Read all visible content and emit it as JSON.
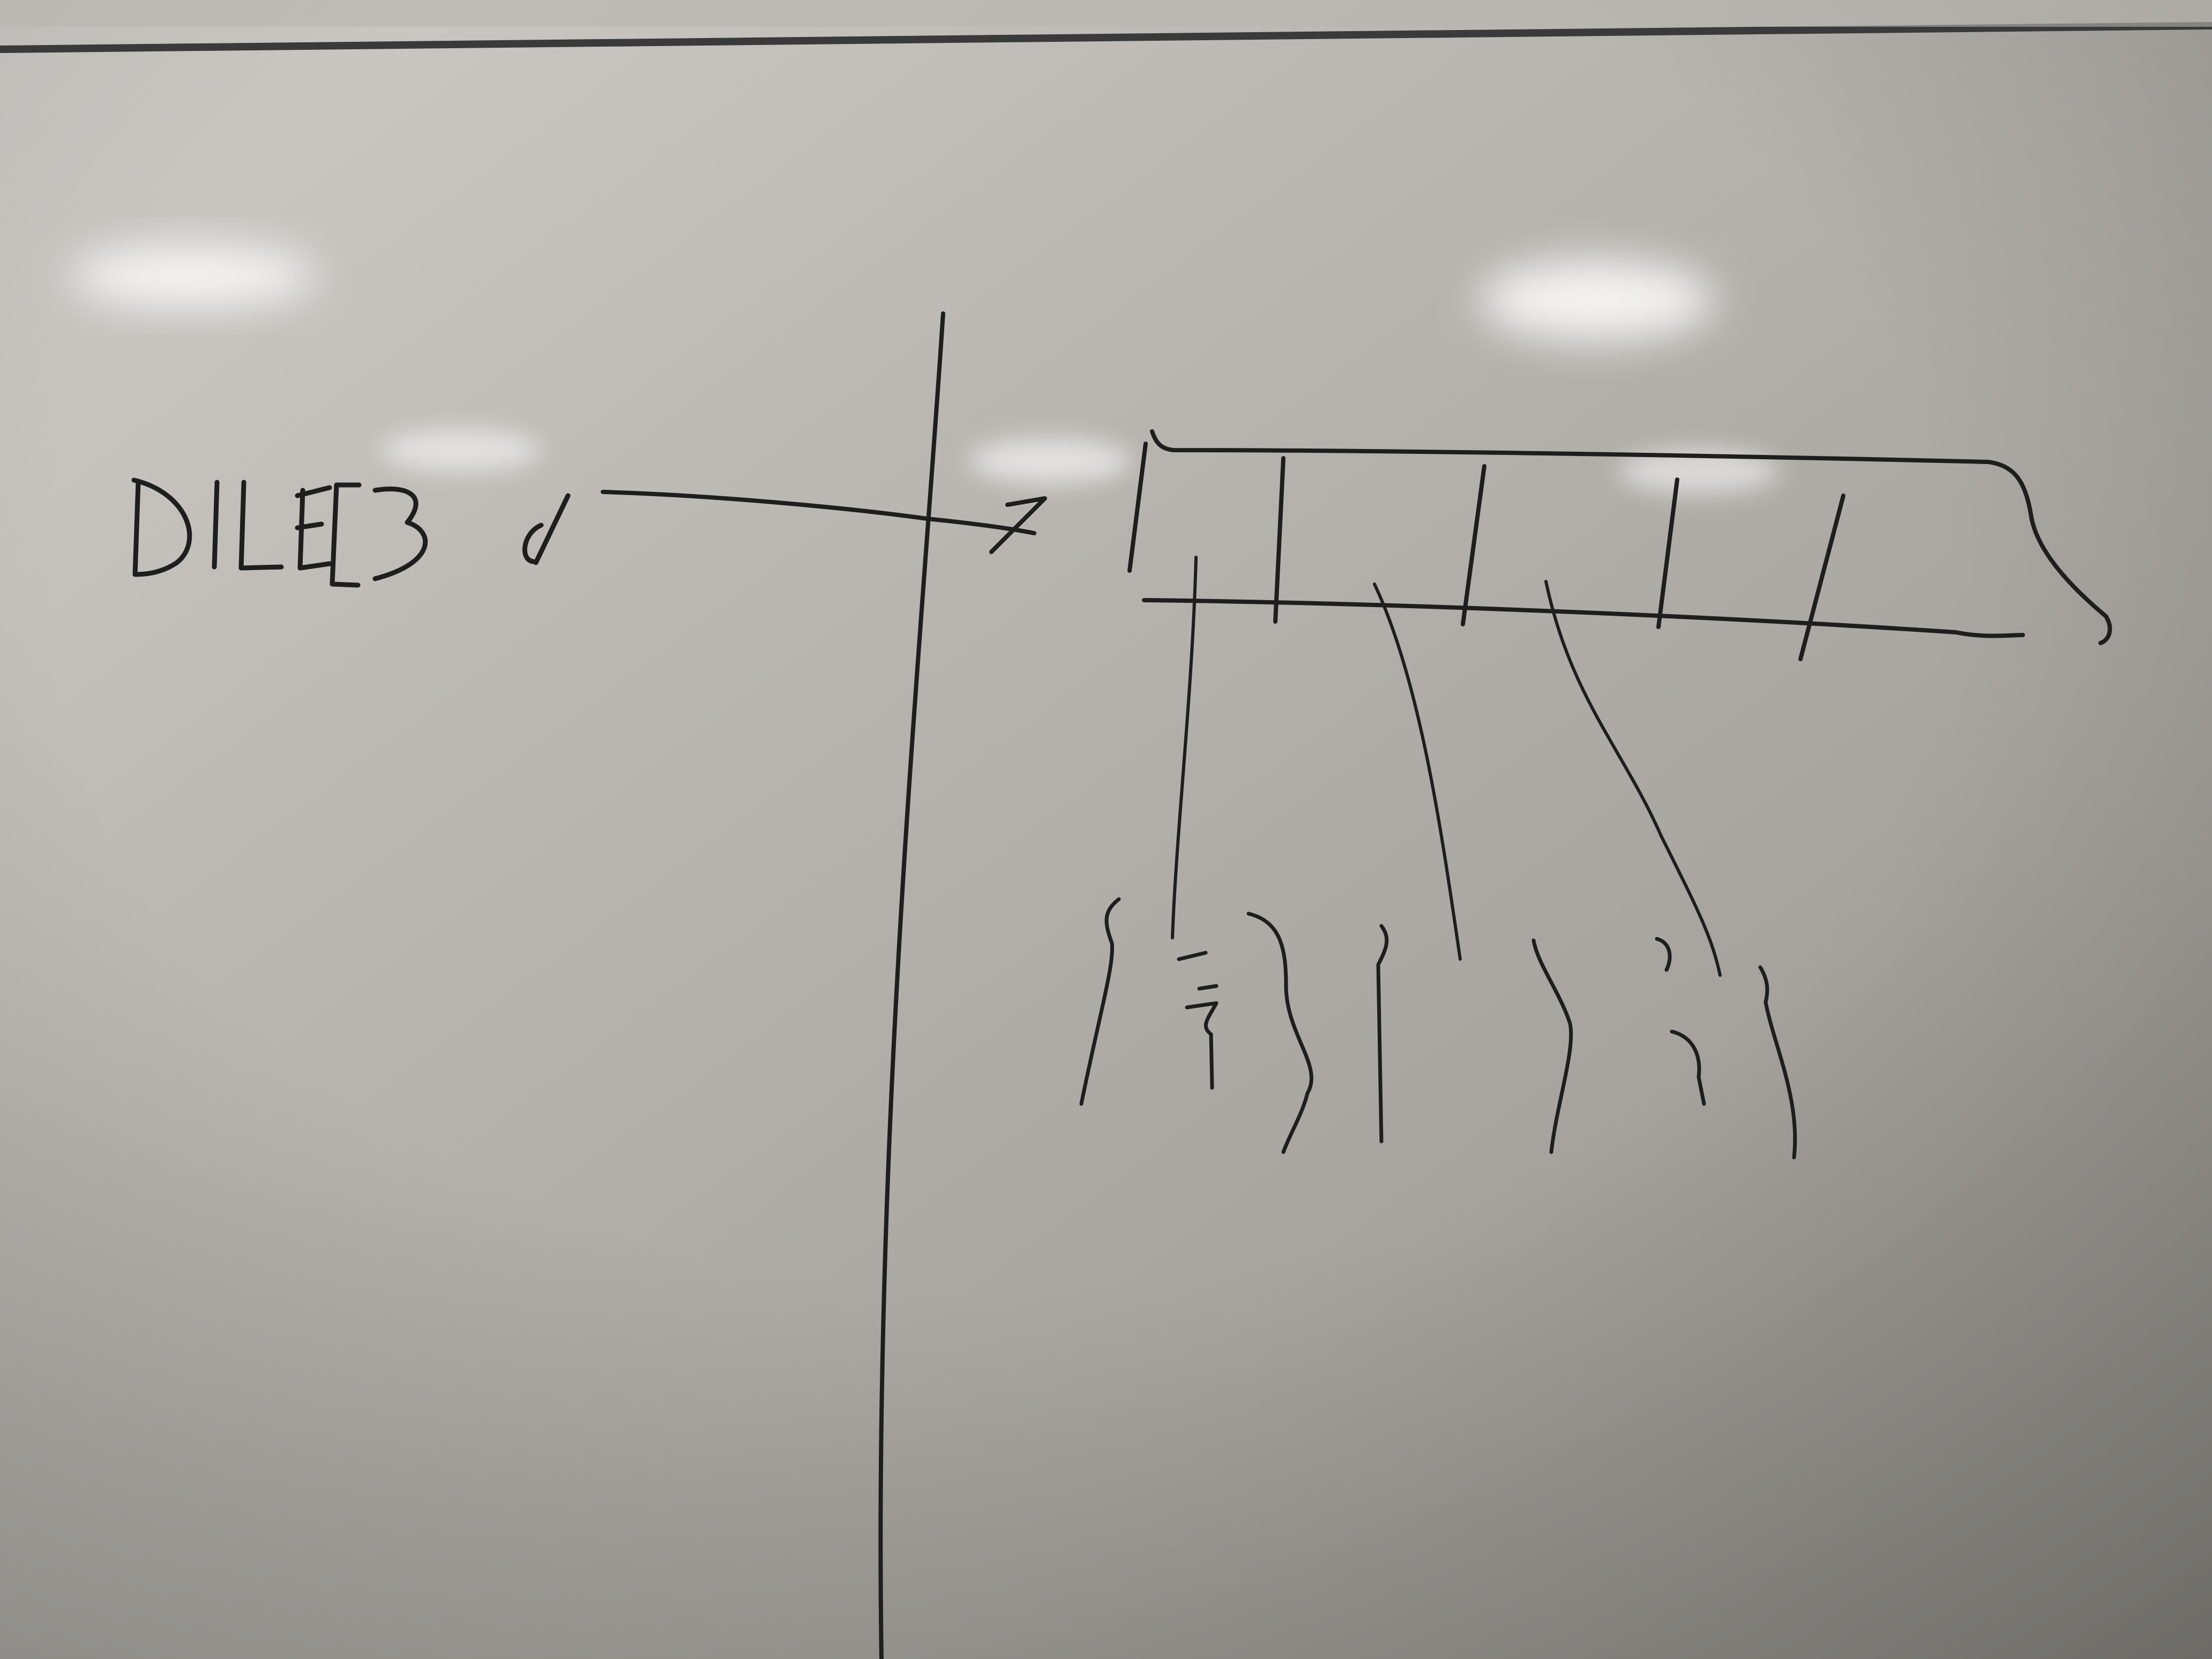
{
  "photo": {
    "subject": "whiteboard-photo",
    "colors": {
      "board_light": "#c9c7c2",
      "board_mid": "#b0ada8",
      "board_dark": "#8f8c87",
      "frame": "#3a3a3a",
      "ink": "#1e1e1e",
      "glare": "#ffffff"
    }
  },
  "sketch": {
    "label_text": "DILE[3",
    "label_var": "d"
  }
}
